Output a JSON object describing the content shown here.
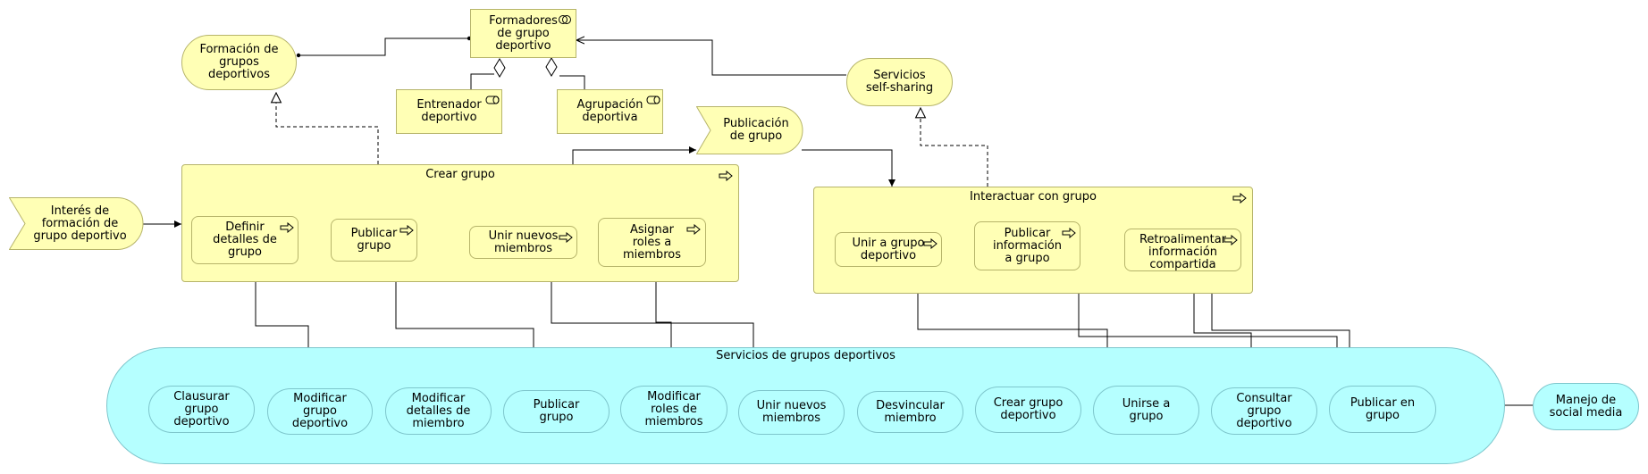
{
  "diagram": {
    "elements": {
      "formacion": "Formación de\ngrupos\ndeportivos",
      "formadores": "Formadores\nde grupo\ndeportivo",
      "entrenador": "Entrenador\ndeportivo",
      "agrupacion": "Agrupación\ndeportiva",
      "publicacion": "Publicación\nde grupo",
      "self_sharing": "Servicios\nself-sharing",
      "interes": "Interés de\nformación de\ngrupo deportivo",
      "crear_grupo": "Crear grupo",
      "definir": "Definir\ndetalles de\ngrupo",
      "publicar_grupo_proc": "Publicar\ngrupo",
      "unir_nuevos_proc": "Unir nuevos\nmiembros",
      "asignar": "Asignar\nroles a\nmiembros",
      "interactuar": "Interactuar con grupo",
      "unir_a_grupo": "Unir a grupo\ndeportivo",
      "publicar_info": "Publicar\ninformación\na grupo",
      "retroalimentar": "Retroalimentar\ninformación\ncompartida",
      "servicios": "Servicios de grupos deportivos",
      "s_clausurar": "Clausurar\ngrupo\ndeportivo",
      "s_modificar_grupo": "Modificar\ngrupo\ndeportivo",
      "s_modificar_detalles": "Modificar\ndetalles de\nmiembro",
      "s_publicar": "Publicar\ngrupo",
      "s_modificar_roles": "Modificar\nroles de\nmiembros",
      "s_unir": "Unir nuevos\nmiembros",
      "s_desvincular": "Desvincular\nmiembro",
      "s_crear": "Crear grupo\ndeportivo",
      "s_unirse": "Unirse a\ngrupo",
      "s_consultar": "Consultar\ngrupo\ndeportivo",
      "s_publicar_en": "Publicar en\ngrupo",
      "manejo": "Manejo de\nsocial media"
    },
    "colors": {
      "business_fill": "#ffffb5",
      "business_border": "#b6b46a",
      "application_fill": "#b5ffff",
      "application_border": "#7ec6cc",
      "line": "#000000"
    },
    "icons": {
      "process": "process-arrow-icon",
      "role": "role-icon",
      "collaboration": "collaboration-icon"
    }
  }
}
